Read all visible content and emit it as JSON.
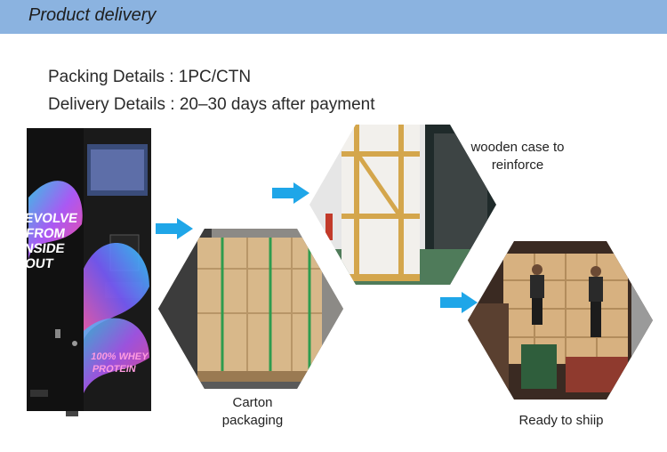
{
  "header": {
    "title": "Product delivery"
  },
  "details": {
    "packing": "Packing Details  : 1PC/CTN",
    "delivery": "Delivery Details : 20–30 days after payment"
  },
  "machine": {
    "slogan": [
      "EVOLVE",
      "FROM",
      "INSIDE",
      "OUT"
    ],
    "brand": [
      "100% WHEY",
      "PROTEIN"
    ]
  },
  "captions": {
    "carton_line1": "Carton",
    "carton_line2": "packaging",
    "wooden_line1": "wooden case to",
    "wooden_line2": "reinforce",
    "ready": "Ready to shiip"
  },
  "colors": {
    "header": "#8bb3e0",
    "arrow": "#1fa6e8"
  },
  "icons": [
    "right-arrow-icon",
    "right-arrow-icon",
    "right-arrow-icon"
  ]
}
